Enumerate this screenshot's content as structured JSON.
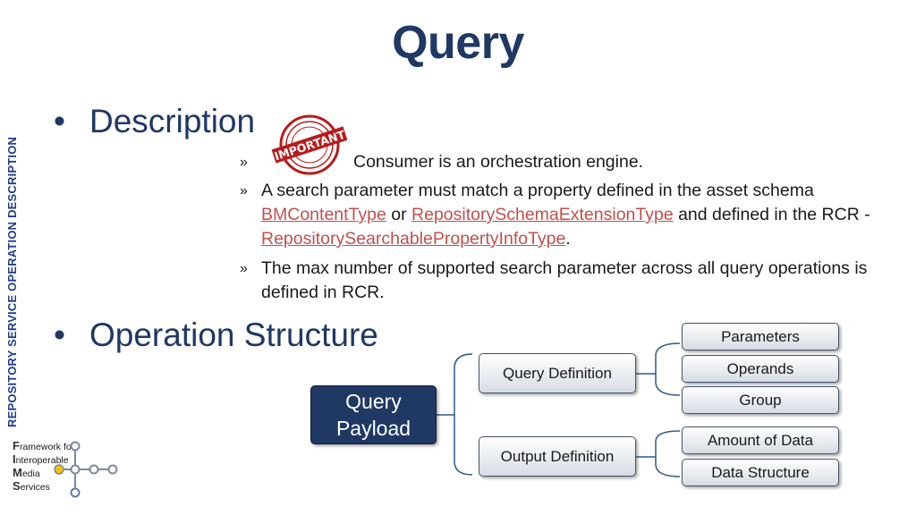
{
  "slide": {
    "title": "Query",
    "side_label": "REPOSITORY SERVICE OPERATION DESCRIPTION"
  },
  "bullets": {
    "description": "Description",
    "operation_structure": "Operation Structure",
    "bullet_glyph": "•",
    "sub_glyph": "»"
  },
  "stamp": {
    "text": "IMPORTANT",
    "ring_text": "IMPORTANT",
    "color": "#b71c1c"
  },
  "sub_items": {
    "item1": "Consumer is an orchestration engine.",
    "item2": {
      "part1": "A search parameter must match a property defined in the asset schema ",
      "link1": "BMContentType",
      "part2": " or ",
      "link2": "RepositorySchemaExtensionType",
      "part3": " and defined in the RCR - ",
      "link3": "RepositorySearchablePropertyInfoType",
      "part4": "."
    },
    "item3": "The max number of supported search parameter across all query operations is defined in RCR."
  },
  "diagram": {
    "root": {
      "line1": "Query",
      "line2": "Payload"
    },
    "query_definition": "Query Definition",
    "output_definition": "Output Definition",
    "query_children": [
      "Parameters",
      "Operands",
      "Group"
    ],
    "output_children": [
      "Amount of Data",
      "Data Structure"
    ]
  },
  "logo": {
    "initials": [
      "F",
      "I",
      "M",
      "S"
    ],
    "rest": [
      "ramework for",
      "nteroperable",
      "edia",
      "ervices"
    ],
    "dot_color": "#f2c200",
    "node_color": "#7a8aa0"
  },
  "colors": {
    "title": "#1f3864",
    "accent": "#1f3c88",
    "link": "#c0504d",
    "root_box": "#1f3864",
    "connector": "#2e5a88"
  }
}
